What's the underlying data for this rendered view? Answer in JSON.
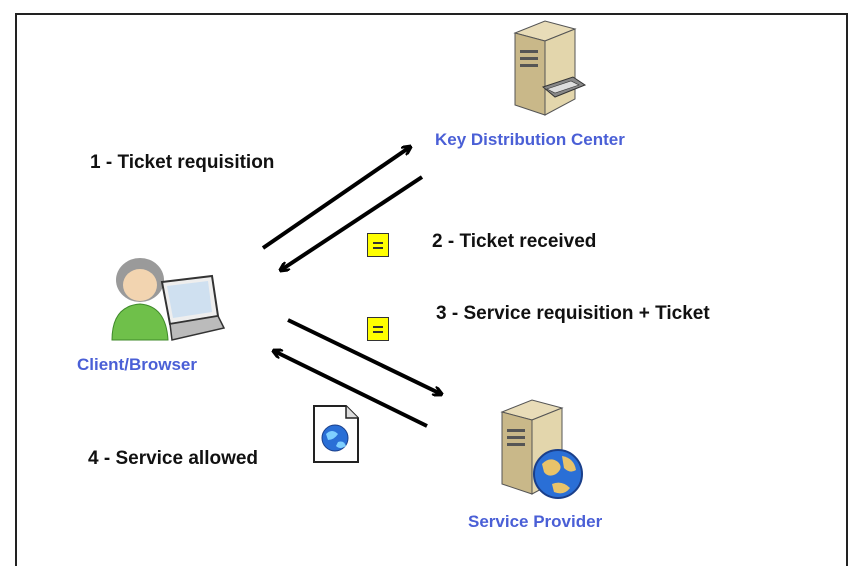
{
  "nodes": {
    "kdc": "Key Distribution Center",
    "client": "Client/Browser",
    "provider": "Service Provider"
  },
  "steps": {
    "s1": "1 - Ticket requisition",
    "s2": "2 - Ticket received",
    "s3": "3 - Service requisition + Ticket",
    "s4": "4 - Service allowed"
  },
  "colors": {
    "node_label": "#4a5fd6",
    "ticket": "#ffff00",
    "arrow": "#000000"
  },
  "icons": {
    "kdc": "server-icon",
    "provider": "server-globe-icon",
    "client": "user-laptop-icon",
    "ticket": "ticket-icon",
    "document": "document-globe-icon"
  }
}
